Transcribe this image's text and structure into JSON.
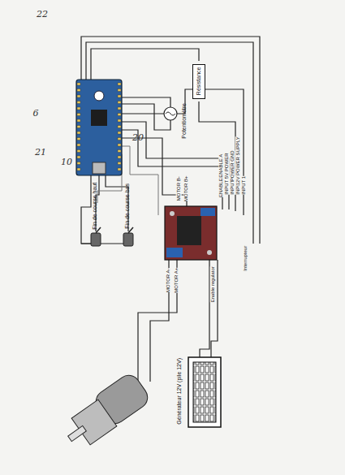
{
  "diagram": {
    "nodes": [
      {
        "text": [
          "Résistance"
        ]
      },
      {
        "text": [
          "Potentiomètre"
        ]
      },
      {
        "text": [
          "Fin de course haut"
        ]
      },
      {
        "text": [
          "Fin de course bas"
        ]
      },
      {
        "text": [
          "Générateur 12V (pile 12V)"
        ]
      }
    ],
    "labels": [
      "22",
      "6",
      "21",
      "10",
      "20",
      "MOTOR B-",
      "MOTOR B+",
      "ENABLE B",
      "INPUT 4",
      "INPUT 3",
      "INPUT 2",
      "INPUT 1",
      "ENABLE A",
      "5V POWER",
      "POWER GND",
      "12V POWER SUPPLY",
      "MOTOR A-",
      "MOTOR A+",
      "Enable regulator",
      "Interrupteur"
    ]
  }
}
